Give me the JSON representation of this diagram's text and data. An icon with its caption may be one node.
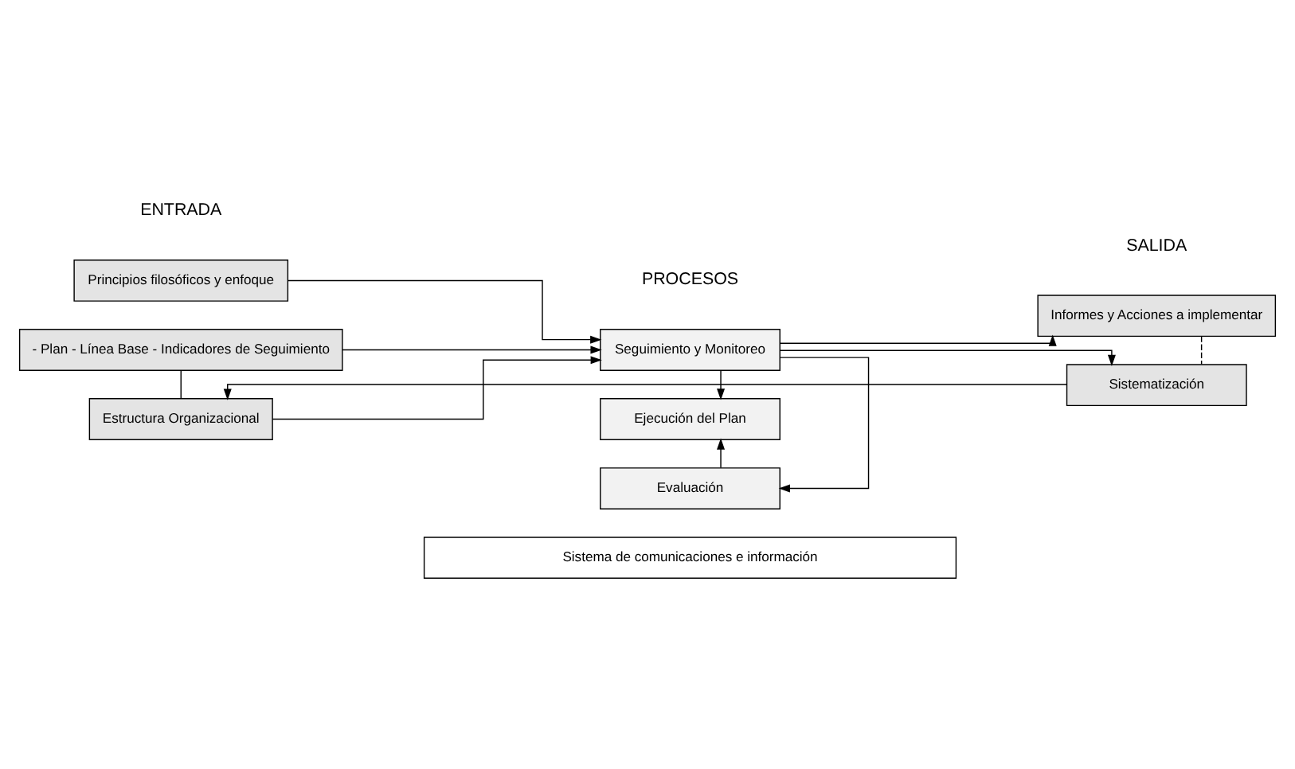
{
  "diagram": {
    "nodes": [
      {
        "text": [
          "Principios filosóficos y enfoque"
        ]
      },
      {
        "text": [
          "- Plan - Línea Base - Indicadores de Seguimiento"
        ]
      },
      {
        "text": [
          "Estructura Organizacional"
        ]
      },
      {
        "text": [
          "Seguimiento y Monitoreo"
        ]
      },
      {
        "text": [
          "Ejecución del Plan"
        ]
      },
      {
        "text": [
          "Evaluación"
        ]
      },
      {
        "text": [
          "Informes y Acciones a implementar"
        ]
      },
      {
        "text": [
          "Sistematización"
        ]
      },
      {
        "text": [
          "Sistema de comunicaciones e información"
        ]
      }
    ],
    "edges": [
      {
        "from": 0,
        "to": 3,
        "arrow": "to"
      },
      {
        "from": 1,
        "to": 3,
        "arrow": "to"
      },
      {
        "from": 2,
        "to": 3,
        "arrow": "to"
      },
      {
        "from": 1,
        "to": 2,
        "arrow": "none"
      },
      {
        "from": 3,
        "to": 4,
        "arrow": "to"
      },
      {
        "from": 5,
        "to": 4,
        "arrow": "to"
      },
      {
        "from": 3,
        "to": 5,
        "arrow": "to"
      },
      {
        "from": 3,
        "to": 6,
        "arrow": "to"
      },
      {
        "from": 3,
        "to": 7,
        "arrow": "to"
      },
      {
        "from": 6,
        "to": 7,
        "arrow": "none",
        "style": "dashed"
      },
      {
        "from": 7,
        "to": 2,
        "arrow": "to"
      }
    ],
    "labels": [
      "ENTRADA",
      "PROCESOS",
      "SALIDA"
    ]
  }
}
